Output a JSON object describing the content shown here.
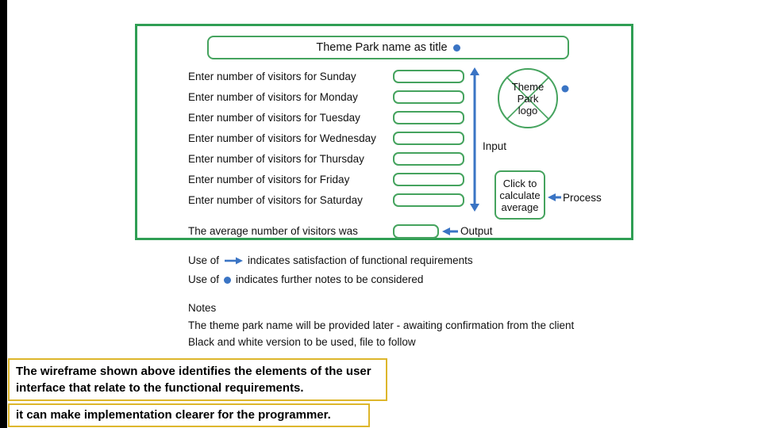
{
  "slide": {
    "wireframe": {
      "title": "Theme Park name as title",
      "rows": [
        {
          "label": "Enter number of visitors for Sunday"
        },
        {
          "label": "Enter number of visitors for Monday"
        },
        {
          "label": "Enter number of visitors for Tuesday"
        },
        {
          "label": "Enter number of visitors for Wednesday"
        },
        {
          "label": "Enter number of visitors for Thursday"
        },
        {
          "label": "Enter number of visitors for Friday"
        },
        {
          "label": "Enter number of visitors for Saturday"
        }
      ],
      "input_annotation": "Input",
      "logo_text": "Theme Park logo",
      "button_label": "Click to calculate average",
      "process_annotation": "Process",
      "output_label": "The average number of visitors was",
      "output_annotation": "Output"
    },
    "legend": [
      {
        "prefix": "Use of",
        "symbol": "arrow-icon",
        "text": "indicates satisfaction of functional requirements"
      },
      {
        "prefix": "Use of",
        "symbol": "dot-icon",
        "text": "indicates further notes to be considered"
      }
    ],
    "notes": {
      "heading": "Notes",
      "items": [
        "The theme park name will be provided later - awaiting confirmation from the client",
        "Black and white version to be used, file to follow"
      ]
    },
    "callouts": [
      {
        "text": "The wireframe shown above identifies the elements of the user interface that relate to the functional requirements."
      },
      {
        "text": "it can make implementation clearer for the programmer."
      }
    ],
    "colors": {
      "frame_green": "#2f9e54",
      "element_green": "#45a35e",
      "annotation_blue": "#3a74c4",
      "callout_border_yellow": "#ddb62b"
    }
  }
}
